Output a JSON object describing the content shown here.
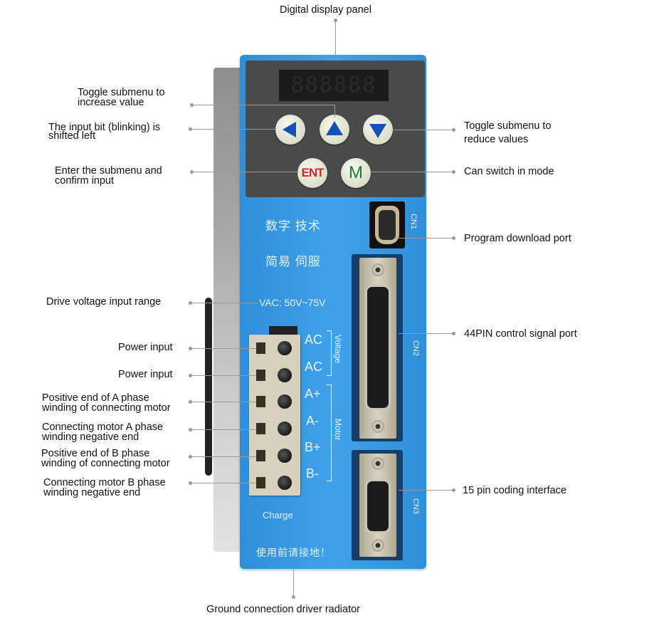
{
  "title_label": "Digital display panel",
  "display": {
    "digits": "888888"
  },
  "buttons": {
    "left": "◀",
    "up": "▲",
    "down": "▼",
    "enter": "ENT",
    "mode": "M"
  },
  "panel_text": {
    "line1": "数字 技术",
    "line2": "简易 伺服",
    "voltage": "VAC: 50V~75V",
    "ground_warning": "使用前请接地！",
    "charge": "Charge"
  },
  "connectors": {
    "cn1": "CN1",
    "cn2": "CN2",
    "cn3": "CN3"
  },
  "terminals": {
    "labels": [
      "AC",
      "AC",
      "A+",
      "A-",
      "B+",
      "B-"
    ],
    "group_voltage": "Voltage",
    "group_motor": "Motor"
  },
  "left_labels": {
    "increase": [
      "Toggle submenu to",
      "increase value"
    ],
    "shift_left": [
      "The input bit (blinking) is",
      "shifted left"
    ],
    "enter": [
      "Enter the submenu and",
      "confirm input"
    ],
    "voltage_range": "Drive voltage input range",
    "power1": "Power input",
    "power2": "Power input",
    "a_pos": [
      "Positive end of A phase",
      "winding of connecting motor"
    ],
    "a_neg": [
      "Connecting motor A phase",
      "winding negative end"
    ],
    "b_pos": [
      "Positive end of B phase",
      "winding of connecting motor"
    ],
    "b_neg": [
      "Connecting motor B phase",
      "winding negative end"
    ]
  },
  "right_labels": {
    "reduce": [
      "Toggle submenu to",
      "reduce values"
    ],
    "mode": "Can switch in mode",
    "download": "Program download port",
    "control": "44PIN control signal port",
    "coding": "15 pin coding interface"
  },
  "bottom_label": "Ground connection driver radiator",
  "colors": {
    "body_blue": "#3fa2ea",
    "panel_gray": "#4a4a4a",
    "arrow_blue": "#1650b8",
    "ent_red": "#d8262b",
    "m_green": "#1d7a34"
  }
}
